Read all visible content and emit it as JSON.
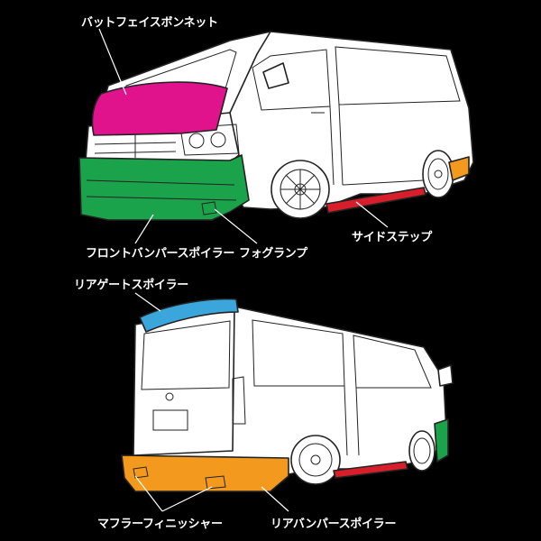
{
  "labels": {
    "bonnet": "バットフェイスボンネット",
    "front_bumper": "フロントバンパースポイラー",
    "fog_lamp": "フォグランプ",
    "side_step": "サイドステップ",
    "rear_gate_spoiler": "リアゲートスポイラー",
    "muffler_finisher": "マフラーフィニッシャー",
    "rear_bumper": "リアバンパースポイラー"
  },
  "colors": {
    "background": "#000000",
    "bonnet": "#e0128c",
    "front_bumper": "#1aa34a",
    "side_step": "#d81e2b",
    "rear_bumper": "#f39a1e",
    "rear_gate_spoiler": "#3aa6dc",
    "muffler": "#8a3a8e",
    "fog_lamp": "#e889b8"
  }
}
